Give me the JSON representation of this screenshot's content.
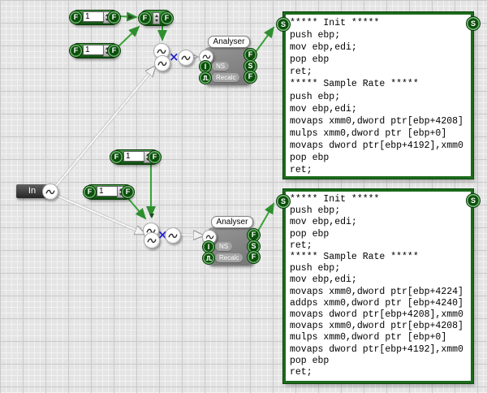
{
  "editor": {
    "background_color": "#e4e4e4",
    "grid_major_color": "#c9c9c9",
    "grid_minor_color": "#f2f2f2",
    "wire_green": "#36a336",
    "wire_white": "#f5f5f5",
    "component_green": "#0f4f0f",
    "multiply_symbol": "×"
  },
  "in_node": {
    "label": "In"
  },
  "float_boxes": [
    {
      "left_connector": "F",
      "value": "1",
      "right_connector": "F"
    },
    {
      "left_connector": "F",
      "value": "1",
      "right_connector": "F"
    },
    {
      "left_connector": "F",
      "value": "1",
      "right_connector": "F"
    },
    {
      "left_connector": "F",
      "value": "1",
      "right_connector": "F"
    }
  ],
  "ff_box": {
    "left_connector": "F",
    "right_connector": "F"
  },
  "analysers": [
    {
      "title": "Analyser",
      "input_int_letter": "I",
      "input_int_label": "NS",
      "input_trigger_label": "Recalc",
      "outputs": [
        "F",
        "S",
        "F"
      ]
    },
    {
      "title": "Analyser",
      "input_int_letter": "I",
      "input_int_label": "NS",
      "input_trigger_label": "Recalc",
      "outputs": [
        "F",
        "S",
        "F"
      ]
    }
  ],
  "code_boxes": [
    {
      "corner_left": "S",
      "corner_right": "S",
      "lines": [
        "***** Init *****",
        "push ebp;",
        "mov ebp,edi;",
        "pop ebp",
        "ret;",
        "***** Sample Rate *****",
        "push ebp;",
        "mov ebp,edi;",
        "movaps xmm0,dword ptr[ebp+4208]",
        "mulps xmm0,dword ptr [ebp+0]",
        "movaps dword ptr[ebp+4192],xmm0",
        "pop ebp",
        "ret;"
      ]
    },
    {
      "corner_left": "S",
      "corner_right": "S",
      "lines": [
        "***** Init *****",
        "push ebp;",
        "mov ebp,edi;",
        "pop ebp",
        "ret;",
        "***** Sample Rate *****",
        "push ebp;",
        "mov ebp,edi;",
        "movaps xmm0,dword ptr[ebp+4224]",
        "addps xmm0,dword ptr [ebp+4240]",
        "movaps dword ptr[ebp+4208],xmm0",
        "movaps xmm0,dword ptr[ebp+4208]",
        "mulps xmm0,dword ptr [ebp+0]",
        "movaps dword ptr[ebp+4192],xmm0",
        "pop ebp",
        "ret;"
      ]
    }
  ]
}
